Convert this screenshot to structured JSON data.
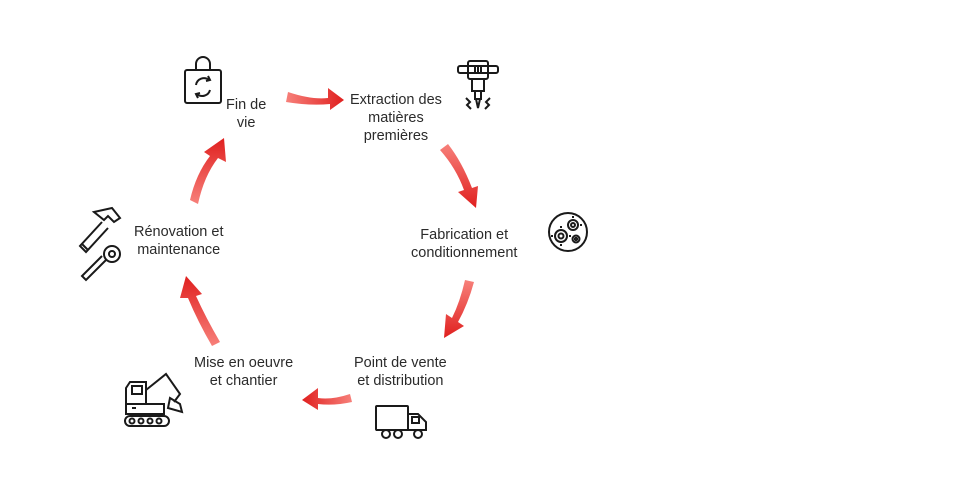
{
  "colors": {
    "arrow_dark": "#e0201f",
    "arrow_light": "#f7807a",
    "text": "#2b2b2b",
    "icon": "#1a1a1a"
  },
  "steps": [
    {
      "id": "fin-de-vie",
      "line1": "Fin de",
      "line2": "vie",
      "icon": "recycle-bag-icon"
    },
    {
      "id": "extraction",
      "line1": "Extraction des",
      "line2": "matières",
      "line3": "premières",
      "icon": "jackhammer-icon"
    },
    {
      "id": "fabrication",
      "line1": "Fabrication et",
      "line2": "conditionnement",
      "icon": "gears-circle-icon"
    },
    {
      "id": "distribution",
      "line1": "Point de vente",
      "line2": "et distribution",
      "icon": "truck-icon"
    },
    {
      "id": "mise-en-oeuvre",
      "line1": "Mise en oeuvre",
      "line2": "et chantier",
      "icon": "excavator-icon"
    },
    {
      "id": "renovation",
      "line1": "Rénovation et",
      "line2": "maintenance",
      "icon": "hammer-wrench-icon"
    }
  ]
}
